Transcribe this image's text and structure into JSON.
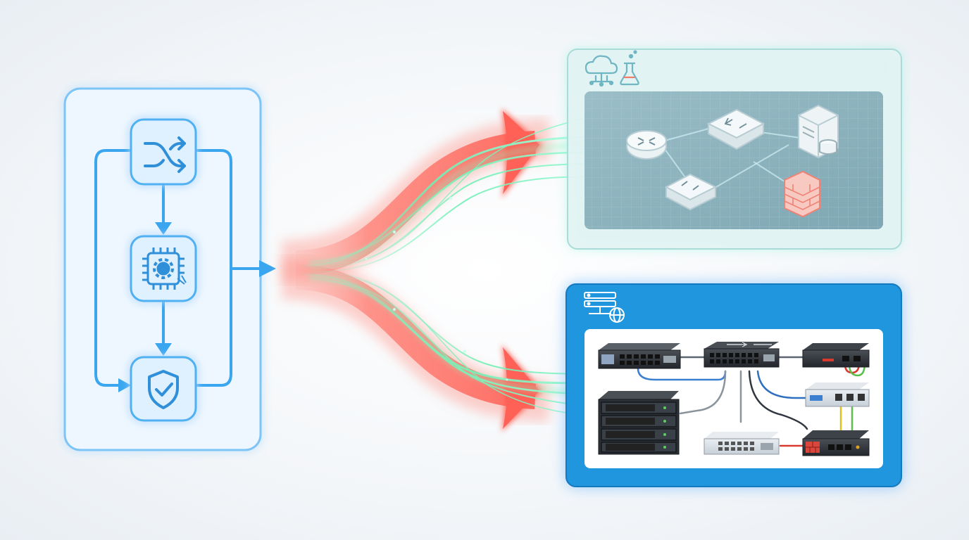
{
  "colors": {
    "pipeline_blue": "#3aa6f0",
    "pipeline_fill": "#eaf5ff",
    "red_stream": "#ff6a5e",
    "green_stream": "#4fe0a0",
    "virtual_panel": "#d9eef0",
    "virtual_screen": "#8fb4bf",
    "physical_panel": "#1f96de",
    "physical_screen": "#ffffff"
  },
  "pipeline": {
    "steps": [
      {
        "icon": "shuffle-icon"
      },
      {
        "icon": "chip-gear-icon"
      },
      {
        "icon": "shield-check-icon"
      }
    ]
  },
  "virtual_panel": {
    "header_icons": [
      "cloud-network-icon",
      "flask-icon"
    ],
    "devices": [
      "router-icon",
      "switch-icon",
      "server-icon",
      "switch-icon",
      "firewall-icon"
    ]
  },
  "physical_panel": {
    "header_icons": [
      "server-stack-icon",
      "globe-icon"
    ],
    "devices": [
      "rack-switch",
      "core-switch",
      "router-appliance",
      "access-switch",
      "rack-servers",
      "edge-switch",
      "firewall-appliance"
    ]
  }
}
